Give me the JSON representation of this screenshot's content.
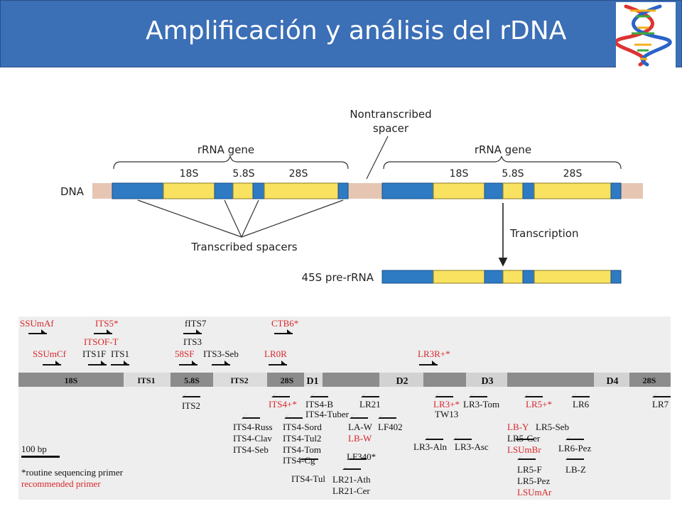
{
  "header": {
    "title": "Amplificación y análisis del rDNA",
    "logo_icon": "dna-helix-icon"
  },
  "top_diagram": {
    "dna_label": "DNA",
    "rrna_gene_left": "rRNA gene",
    "rrna_gene_right": "rRNA gene",
    "nts_line1": "Nontranscribed",
    "nts_line2": "spacer",
    "left_18s": "18S",
    "left_58s": "5.8S",
    "left_28s": "28S",
    "right_18s": "18S",
    "right_58s": "5.8S",
    "right_28s": "28S",
    "transcribed_spacers": "Transcribed spacers",
    "transcription": "Transcription",
    "pre_rrna": "45S pre-rRNA"
  },
  "bottom_diagram": {
    "regions": {
      "r18s": "18S",
      "its1": "ITS1",
      "r58s": "5.8S",
      "its2": "ITS2",
      "r28s": "28S",
      "d1": "D1",
      "d2": "D2",
      "d3": "D3",
      "d4": "D4",
      "r28s_end": "28S"
    },
    "primers_top": {
      "ssumaf": "SSUmAf",
      "ssumcf": "SSUmCf",
      "its5": "ITS5*",
      "itsof": "ITSOF-T",
      "its1f": "ITS1F",
      "its1": "ITS1",
      "fits7": "fITS7",
      "its3": "ITS3",
      "s58sf": "58SF",
      "its3seb": "ITS3-Seb",
      "ctb6": "CTB6*",
      "lr0r": "LR0R",
      "lr3r": "LR3R+*"
    },
    "primers_bottom": {
      "its2": "ITS2",
      "its4": "ITS4+*",
      "its4b": "ITS4-B",
      "its4tuber": "ITS4-Tuber",
      "lr21": "LR21",
      "its4russ": "ITS4-Russ",
      "its4clav": "ITS4-Clav",
      "its4seb": "ITS4-Seb",
      "its4sord": "ITS4-Sord",
      "its4tul2": "ITS4-Tul2",
      "its4tom": "ITS4-Tom",
      "its4cg": "ITS4-Cg",
      "its4tul": "ITS4-Tul",
      "law": "LA-W",
      "lf402": "LF402",
      "lbw": "LB-W",
      "lf340": "LF340*",
      "lr21ath": "LR21-Ath",
      "lr21cer": "LR21-Cer",
      "lr3": "LR3+*",
      "tw13": "TW13",
      "lr3tom": "LR3-Tom",
      "lr3aln": "LR3-Aln",
      "lr3asc": "LR3-Asc",
      "lr5": "LR5+*",
      "lr6": "LR6",
      "lr7": "LR7",
      "lby": "LB-Y",
      "lr5seb": "LR5-Seb",
      "lr5cer": "LR5-Cer",
      "lsumbr": "LSUmBr",
      "lr6pez": "LR6-Pez",
      "lr5f": "LR5-F",
      "lbz": "LB-Z",
      "lr5pez": "LR5-Pez",
      "lsumar": "LSUmAr"
    },
    "scale_label": "100 bp",
    "legend_routine": "*routine sequencing primer",
    "legend_recommended": "recommended primer"
  },
  "colors": {
    "header": "#3b6fb6",
    "gene_blue": "#2e7bc4",
    "gene_yellow": "#f9e25f",
    "spacer_pink": "#e6c6b3",
    "primer_red": "#d8262b",
    "region_dark": "#8c8c8c",
    "region_light": "#d2d2d2",
    "panel_bg": "#eeeeee"
  }
}
